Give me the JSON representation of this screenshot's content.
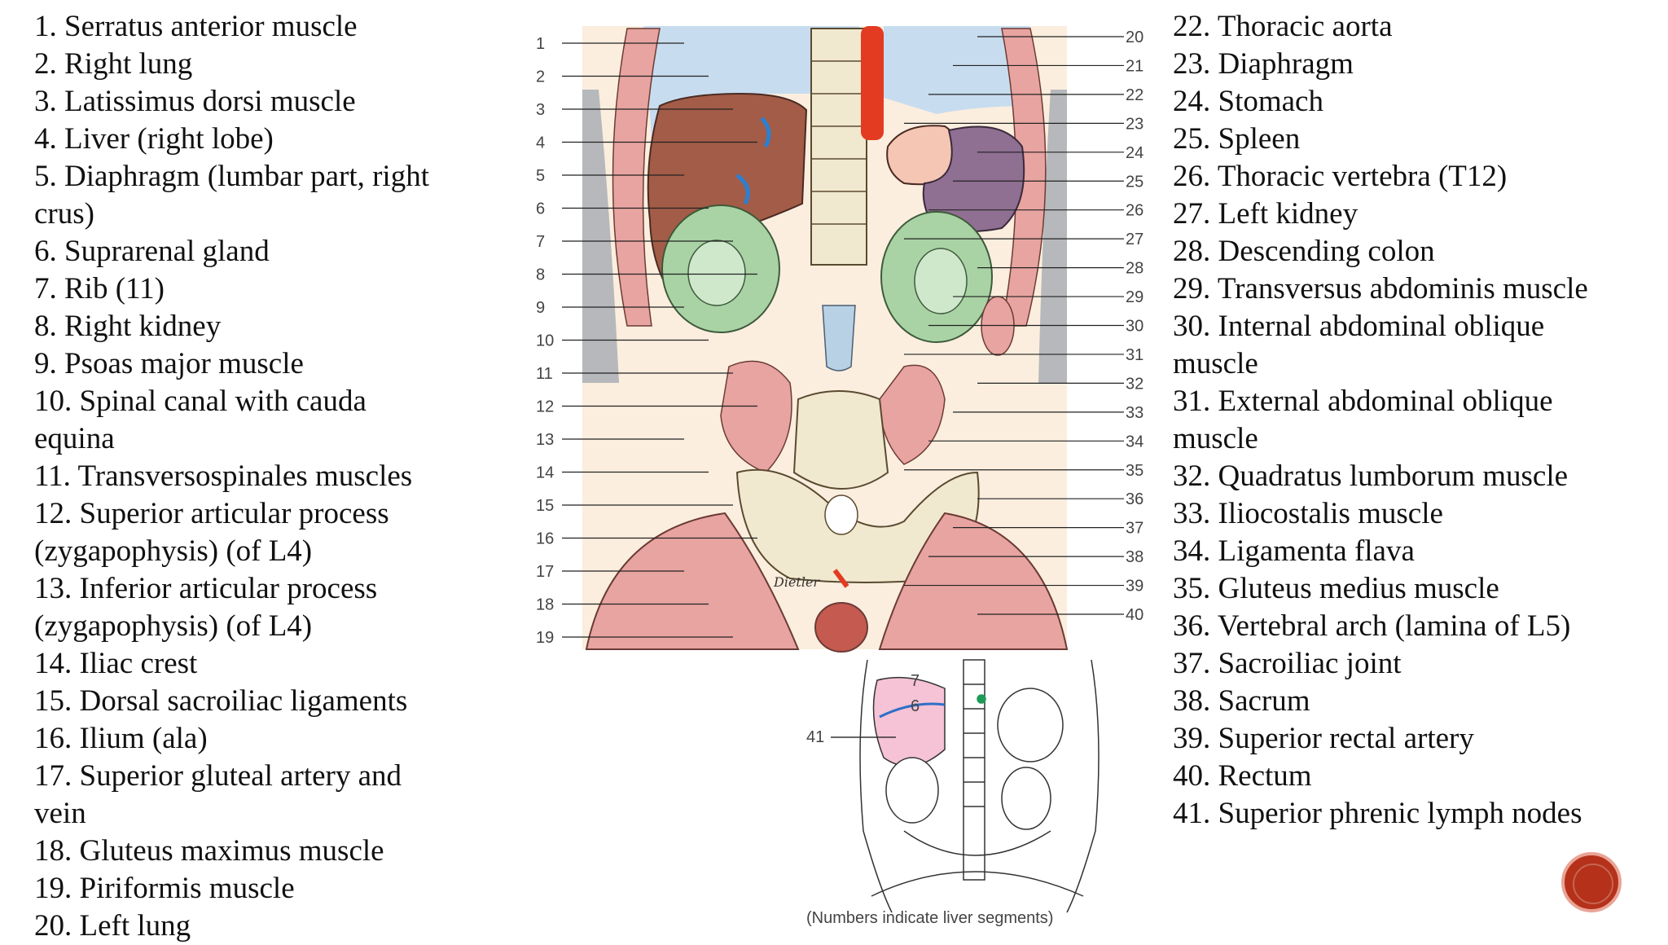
{
  "legend_left": [
    "1. Serratus anterior muscle",
    "2. Right lung",
    "3. Latissimus dorsi muscle",
    "4. Liver (right lobe)",
    "5. Diaphragm (lumbar part, right",
    "crus)",
    "6. Suprarenal gland",
    "7. Rib (11)",
    "8. Right kidney",
    "9. Psoas major muscle",
    "10. Spinal canal with cauda",
    "equina",
    "11. Transversospinales muscles",
    "12. Superior articular process",
    "(zygapophysis) (of L4)",
    "13. Inferior articular process",
    "(zygapophysis) (of L4)",
    "14. Iliac crest",
    "15. Dorsal sacroiliac ligaments",
    "16. Ilium (ala)",
    "17. Superior gluteal artery and",
    "vein",
    "18. Gluteus maximus muscle",
    "19. Piriformis muscle",
    "20. Left lung"
  ],
  "legend_right": [
    "22. Thoracic aorta",
    "23. Diaphragm",
    "24. Stomach",
    "25. Spleen",
    "26. Thoracic vertebra (T12)",
    "27. Left kidney",
    "28. Descending colon",
    "29. Transversus abdominis muscle",
    "30. Internal abdominal oblique",
    "muscle",
    "31. External abdominal oblique",
    "muscle",
    "32. Quadratus lumborum muscle",
    "33. Iliocostalis muscle",
    "34. Ligamenta flava",
    "35. Gluteus medius muscle",
    "36. Vertebral arch (lamina of L5)",
    "37. Sacroiliac joint",
    "38. Sacrum",
    "39. Superior rectal artery",
    "40. Rectum",
    "41. Superior phrenic lymph nodes"
  ],
  "diagram": {
    "left_numbers": [
      "1",
      "2",
      "3",
      "4",
      "5",
      "6",
      "7",
      "8",
      "9",
      "10",
      "11",
      "12",
      "13",
      "14",
      "15",
      "16",
      "17",
      "18",
      "19"
    ],
    "right_numbers": [
      "20",
      "21",
      "22",
      "23",
      "24",
      "25",
      "26",
      "27",
      "28",
      "29",
      "30",
      "31",
      "32",
      "33",
      "34",
      "35",
      "36",
      "37",
      "38",
      "39",
      "40"
    ],
    "inset_label": "41",
    "segment_labels": [
      "7",
      "6"
    ],
    "caption": "(Numbers indicate liver segments)",
    "signature": "Dietler"
  },
  "colors": {
    "muscle": "#e8a4a0",
    "liver": "#a25c47",
    "lung": "#c7dcef",
    "kidney": "#a9d3a5",
    "spleen": "#8f6f92",
    "bone": "#f1e9cf",
    "aorta": "#e23b22",
    "background_tissue": "#fbeede",
    "nav_button": "#b5311a"
  }
}
